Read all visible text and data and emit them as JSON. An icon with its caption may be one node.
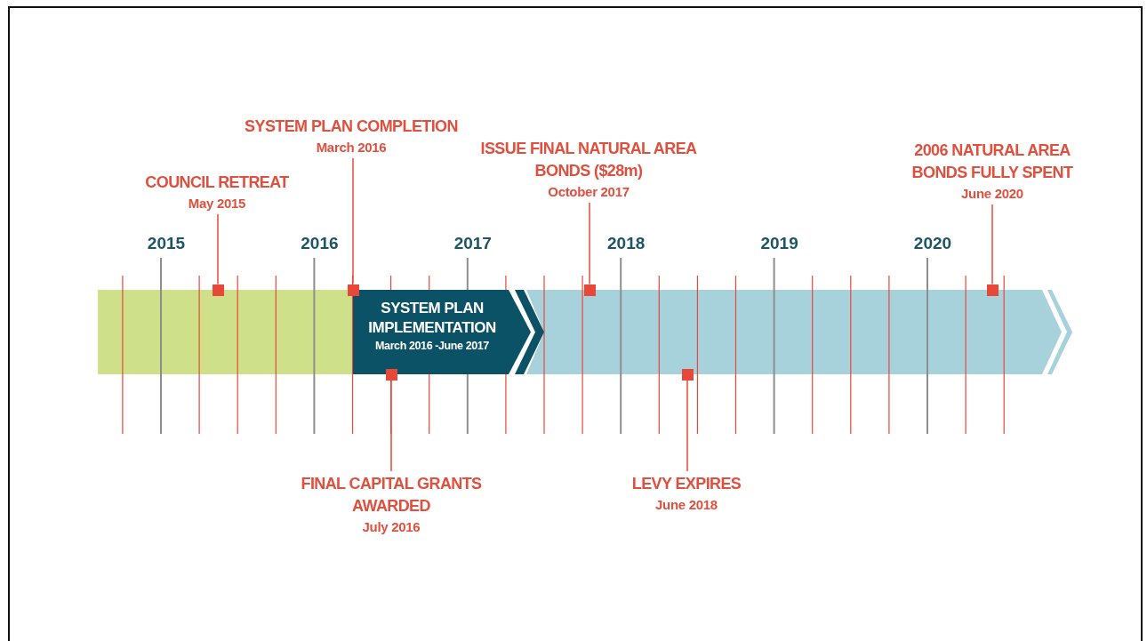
{
  "diagram": {
    "nodes": [
      {
        "text": [
          "SYSTEM PLAN COMPLETION",
          "March 2016"
        ]
      },
      {
        "text": [
          "COUNCIL RETREAT",
          "May 2015"
        ]
      },
      {
        "text": [
          "ISSUE FINAL NATURAL AREA BONDS ($28m)",
          "October 2017"
        ]
      },
      {
        "text": [
          "2006 NATURAL AREA BONDS FULLY SPENT",
          "June 2020"
        ]
      },
      {
        "text": [],
        "shape": "bar"
      },
      {
        "text": [
          "SYSTEM PLAN IMPLEMENTATION",
          "March 2016 -June 2017"
        ]
      },
      {
        "text": [],
        "shape": "bar"
      },
      {
        "text": [],
        "shape": "box"
      },
      {
        "text": [],
        "shape": "box"
      },
      {
        "text": [],
        "shape": "box"
      },
      {
        "text": [],
        "shape": "box"
      },
      {
        "text": [],
        "shape": "box"
      },
      {
        "text": [],
        "shape": "box"
      },
      {
        "text": [
          "FINAL CAPITAL GRANTS AWARDED",
          "July 2016"
        ]
      },
      {
        "text": [
          "LEVY EXPIRES",
          "June 2018"
        ]
      }
    ],
    "edges": [
      {
        "from": 1,
        "to": 7,
        "arrow": "none"
      },
      {
        "from": 0,
        "to": 8,
        "arrow": "none"
      },
      {
        "from": 13,
        "to": 9,
        "arrow": "none"
      },
      {
        "from": 2,
        "to": 10,
        "arrow": "none"
      },
      {
        "from": 14,
        "to": 11,
        "arrow": "none"
      },
      {
        "from": 3,
        "to": 12,
        "arrow": "none"
      }
    ],
    "labels": [
      "2015",
      "2016",
      "2017",
      "2018",
      "2019",
      "2020"
    ]
  }
}
